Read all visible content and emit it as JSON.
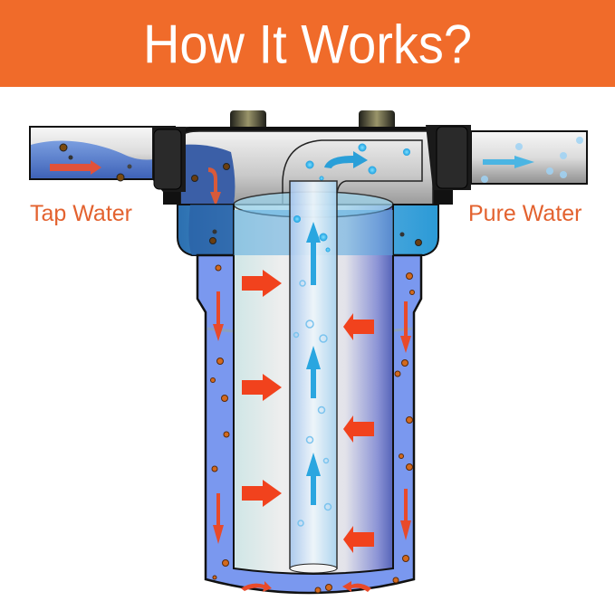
{
  "header": {
    "title": "How It Works?",
    "background_color": "#f06b2a",
    "text_color": "#ffffff"
  },
  "labels": {
    "inlet": "Tap Water",
    "outlet": "Pure Water",
    "label_color": "#e3622f"
  },
  "diagram": {
    "subject": "whole-house water filter housing cross-section",
    "parts": [
      "inlet-pipe",
      "outlet-pipe",
      "filter-head",
      "filter-cap-left",
      "filter-cap-right",
      "housing-sump",
      "filter-cartridge",
      "center-core-tube"
    ],
    "flow": {
      "tap_water_arrows_color": "#e84a2a",
      "pure_water_arrows_color": "#2aa6e0",
      "sediment_particle_color": "#c8641e",
      "bubble_color": "#3fb8ef"
    }
  }
}
